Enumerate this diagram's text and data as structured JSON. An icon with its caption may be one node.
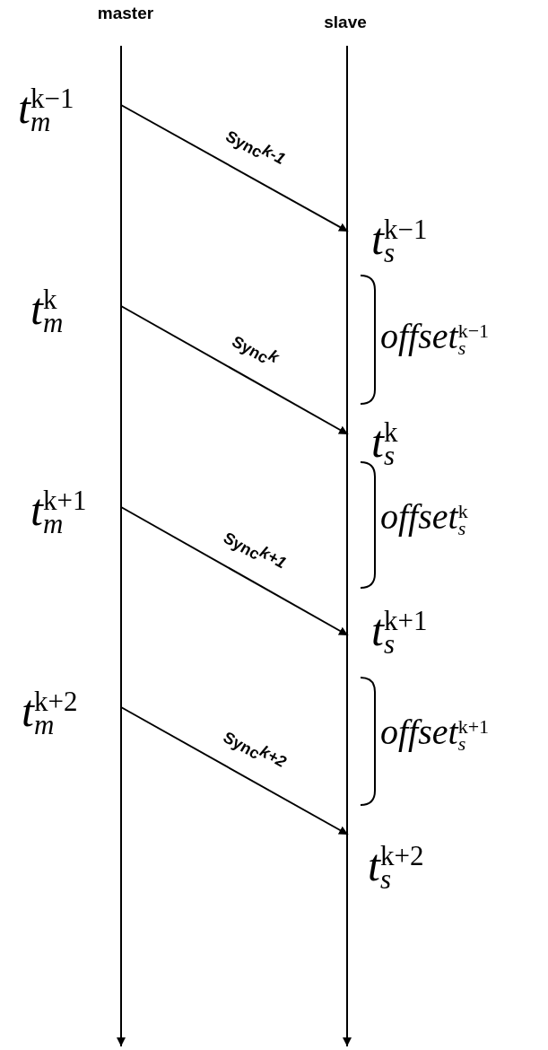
{
  "diagram": {
    "nodes": [
      {
        "text": [
          "master"
        ]
      },
      {
        "text": [
          "slave"
        ]
      },
      {
        "text": [
          "t$_{m}$$^{k−1}$"
        ]
      },
      {
        "text": [
          "t$_{s}$$^{k−1}$"
        ]
      },
      {
        "text": [
          "t$_{m}$$^{k}$"
        ]
      },
      {
        "text": [
          "t$_{s}$$^{k}$"
        ]
      },
      {
        "text": [
          "t$_{m}$$^{k+1}$"
        ]
      },
      {
        "text": [
          "t$_{s}$$^{k+1}$"
        ]
      },
      {
        "text": [
          "t$_{m}$$^{k+2}$"
        ]
      },
      {
        "text": [
          "t$_{s}$$^{k+2}$"
        ]
      }
    ],
    "edges": [
      {
        "from": 0,
        "to": null,
        "arrow": "to"
      },
      {
        "from": 1,
        "to": null,
        "arrow": "to"
      },
      {
        "from": 2,
        "to": 3,
        "arrow": "to",
        "label": "Sync$^{k-1}$"
      },
      {
        "from": 4,
        "to": 5,
        "arrow": "to",
        "label": "Sync$^{k}$"
      },
      {
        "from": 6,
        "to": 7,
        "arrow": "to",
        "label": "Sync$^{k+1}$"
      },
      {
        "from": 8,
        "to": 9,
        "arrow": "to",
        "label": "Sync$^{k+2}$"
      }
    ],
    "labels": [
      "offset$_{s}$$^{k−1}$",
      "offset$_{s}$$^{k}$",
      "offset$_{s}$$^{k+1}$"
    ]
  }
}
